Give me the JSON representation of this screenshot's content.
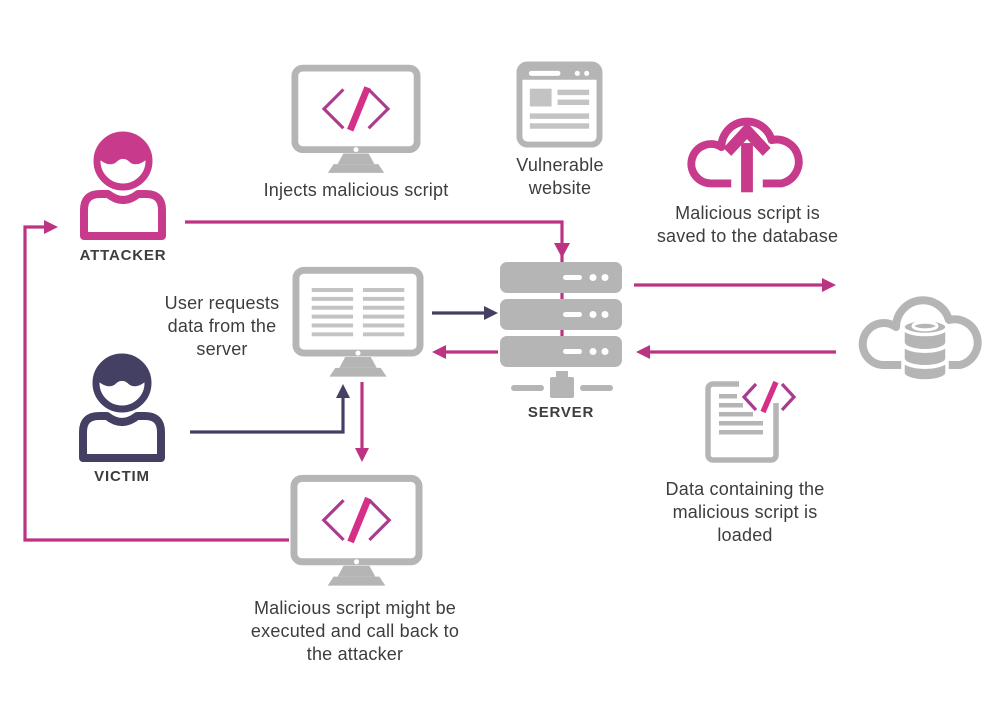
{
  "colors": {
    "pink": "#bd3383",
    "pink_bright": "#d62f87",
    "pink_dark": "#a93c8e",
    "navy": "#434064",
    "gray": "#b5b5b5",
    "gray_light": "#c3c3c3",
    "text": "#3d3d3d",
    "background": "#ffffff"
  },
  "nodes": {
    "attacker": {
      "label": "ATTACKER"
    },
    "victim": {
      "label": "VICTIM"
    },
    "server": {
      "label": "SERVER"
    },
    "inject": {
      "caption": "Injects malicious script"
    },
    "website": {
      "lines": [
        "Vulnerable",
        "website"
      ]
    },
    "save_db": {
      "lines": [
        "Malicious script is",
        "saved to the database"
      ]
    },
    "user_request": {
      "lines": [
        "User requests",
        "data from the",
        "server"
      ]
    },
    "data_loaded": {
      "lines": [
        "Data containing the",
        "malicious script is",
        "loaded"
      ]
    },
    "callback": {
      "lines": [
        "Malicious script might be",
        "executed and call back to",
        "the attacker"
      ]
    }
  },
  "icons": {
    "attacker": "person-icon",
    "victim": "person-icon",
    "inject_monitor": "monitor-code-icon",
    "website": "browser-window-icon",
    "save_db": "cloud-upload-icon",
    "database": "cloud-database-icon",
    "server": "server-stack-icon",
    "request_monitor": "monitor-document-icon",
    "callback_monitor": "monitor-code-icon",
    "data_loaded": "document-code-icon"
  }
}
